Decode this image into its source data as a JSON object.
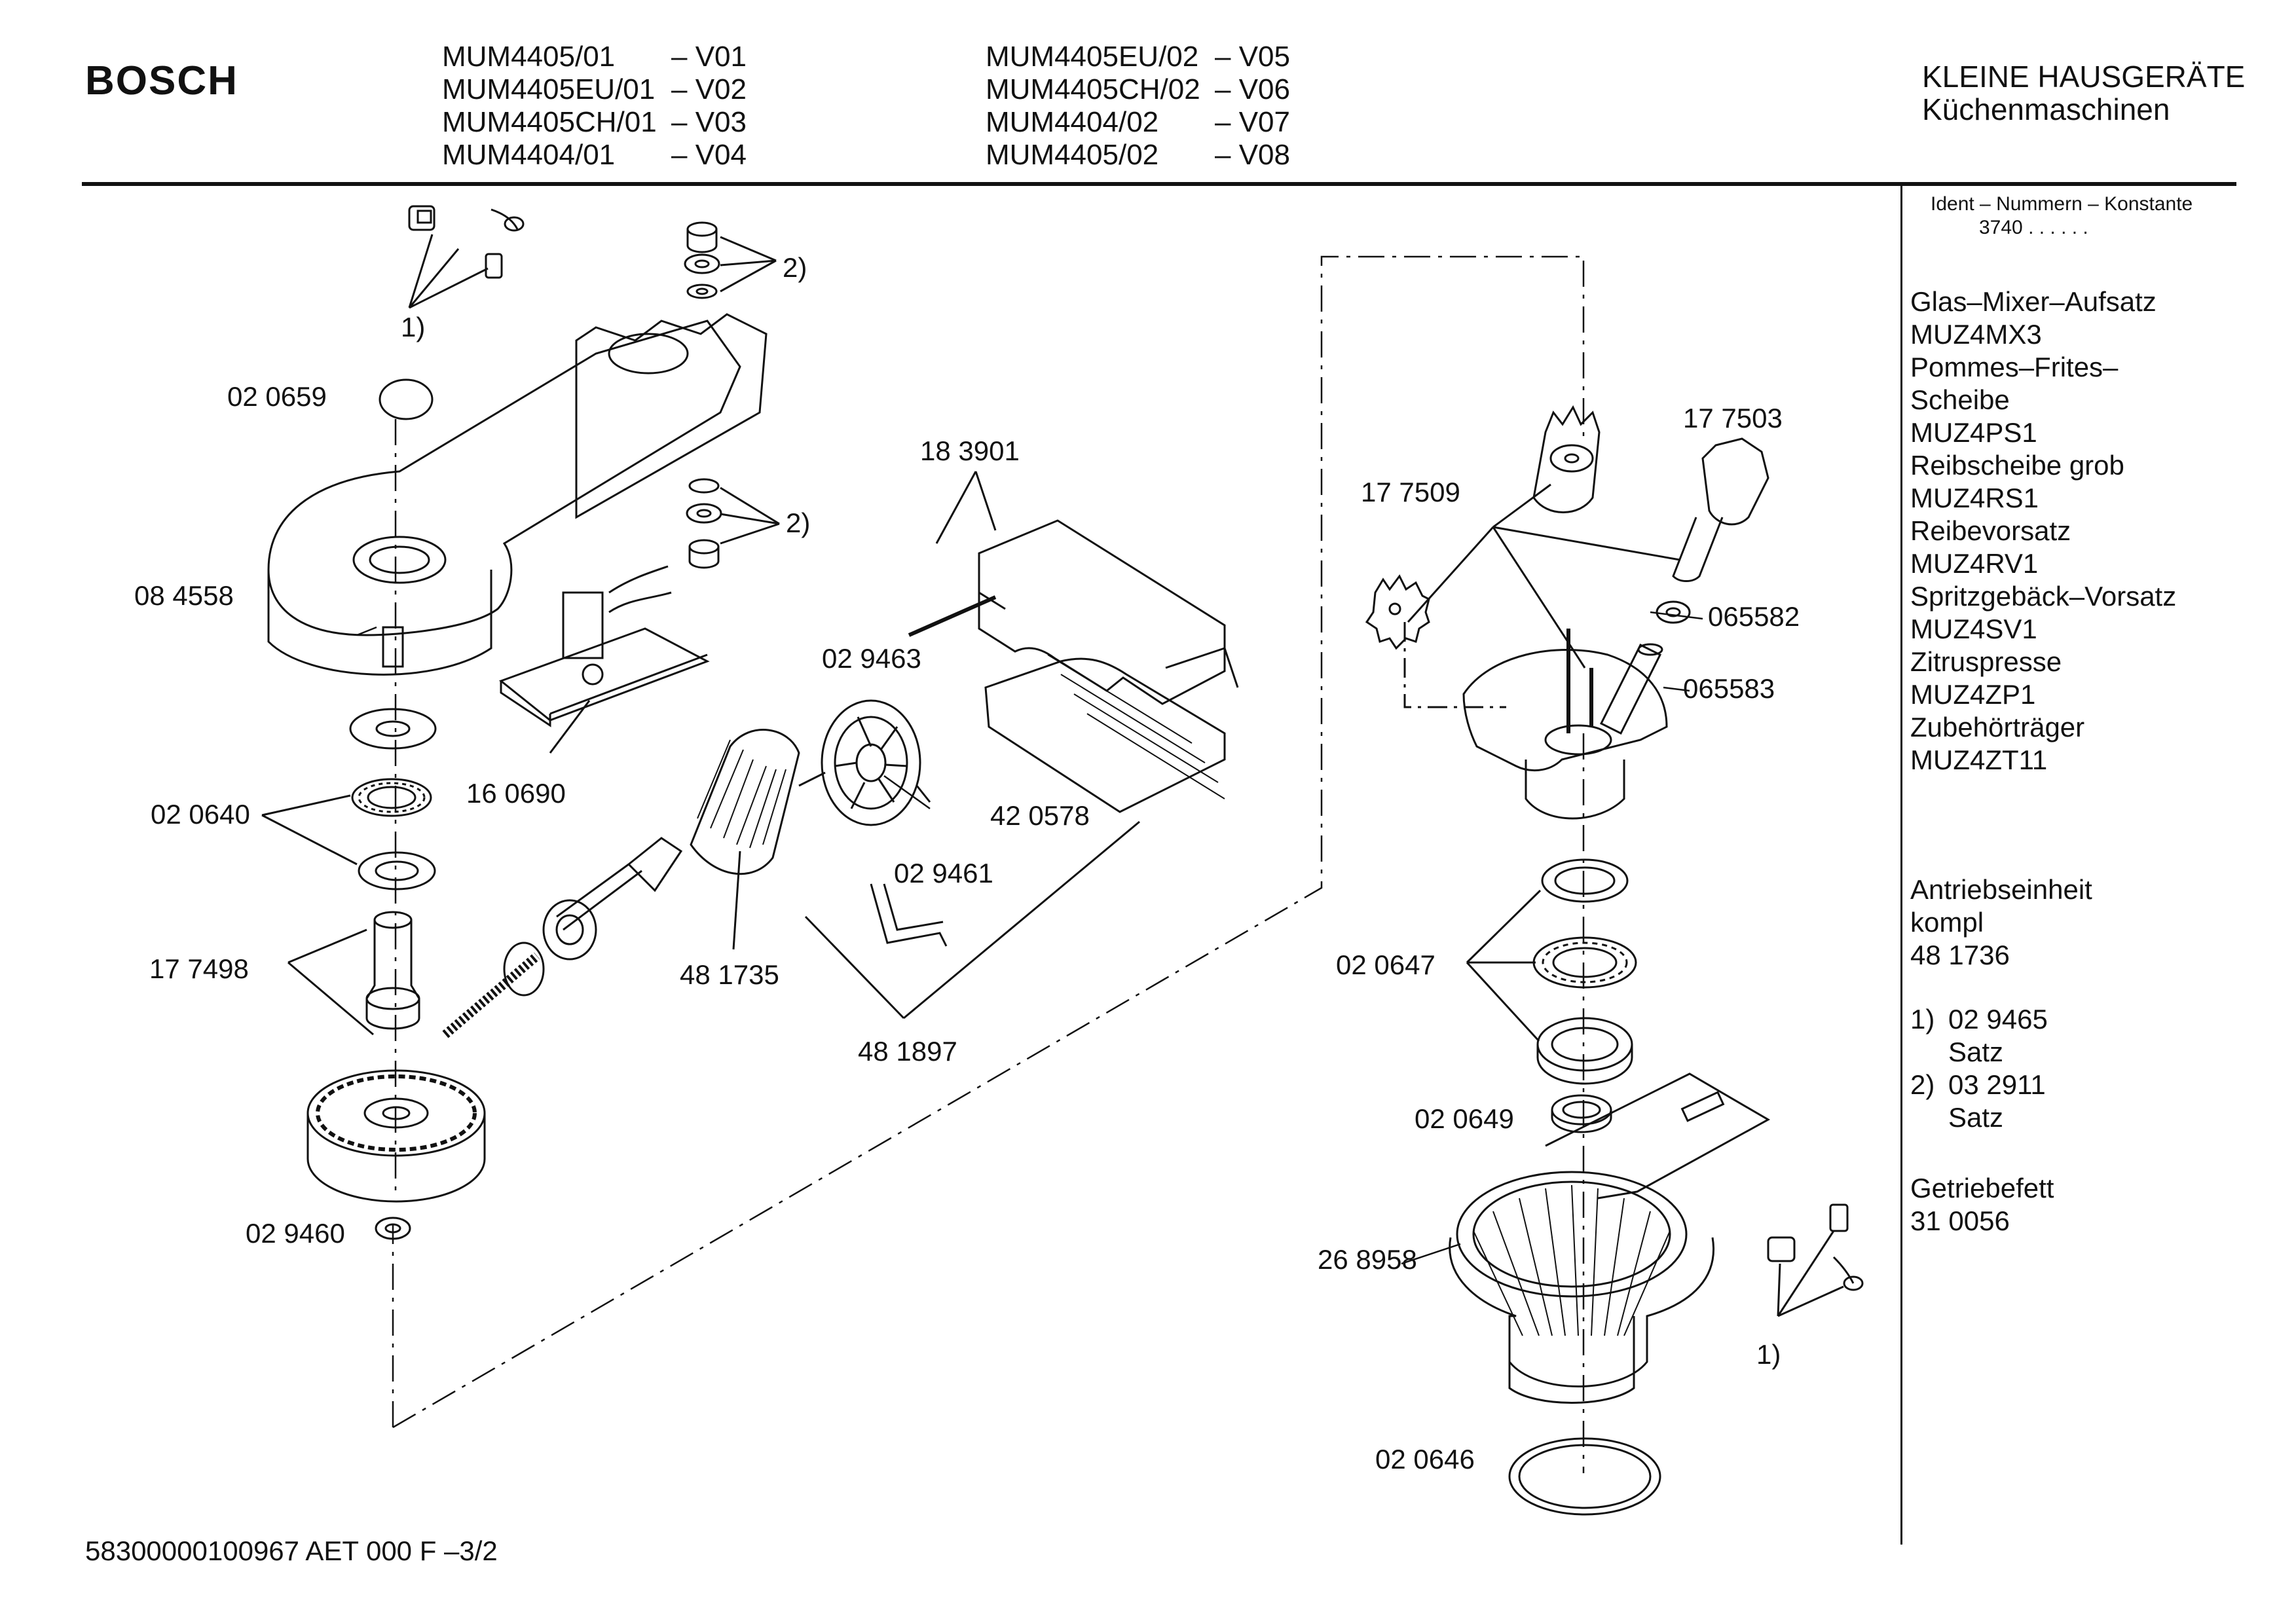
{
  "header": {
    "brand": "BOSCH",
    "models_col1": [
      {
        "model": "MUM4405/01",
        "variant": "– V01"
      },
      {
        "model": "MUM4405EU/01",
        "variant": "– V02"
      },
      {
        "model": "MUM4405CH/01",
        "variant": "– V03"
      },
      {
        "model": "MUM4404/01",
        "variant": "– V04"
      }
    ],
    "models_col2": [
      {
        "model": "MUM4405EU/02",
        "variant": "– V05"
      },
      {
        "model": "MUM4405CH/02",
        "variant": "– V06"
      },
      {
        "model": "MUM4404/02",
        "variant": "– V07"
      },
      {
        "model": "MUM4405/02",
        "variant": "– V08"
      }
    ],
    "category": "KLEINE HAUSGERÄTE",
    "subcategory": "Küchenmaschinen"
  },
  "sidebar": {
    "ident_label": "Ident – Nummern – Konstante",
    "ident_value": "3740  .  .  .  .  .  .",
    "accessories": [
      "Glas–Mixer–Aufsatz",
      "MUZ4MX3",
      "Pommes–Frites–",
      "Scheibe",
      "MUZ4PS1",
      "Reibscheibe grob",
      "MUZ4RS1",
      "Reibevorsatz",
      "MUZ4RV1",
      "Spritzgebäck–Vorsatz",
      "MUZ4SV1",
      "Zitruspresse",
      "MUZ4ZP1",
      "Zubehörträger",
      "MUZ4ZT11"
    ],
    "drive_unit": [
      "Antriebseinheit",
      "kompl",
      "48 1736"
    ],
    "notes": [
      {
        "num": "1)",
        "part": "02 9465",
        "sub": "Satz"
      },
      {
        "num": "2)",
        "part": "03 2911",
        "sub": "Satz"
      }
    ],
    "grease": [
      "Getriebefett",
      "31 0056"
    ]
  },
  "parts": {
    "p1": "02 0659",
    "p2": "08 4558",
    "p3": "02 0640",
    "p4": "17 7498",
    "p5": "02 9460",
    "p6": "16 0690",
    "p7": "18 3901",
    "p8": "02 9463",
    "p9": "42 0578",
    "p10": "02 9461",
    "p11": "48 1735",
    "p12": "48 1897",
    "p13": "17 7509",
    "p14": "17 7503",
    "p15": "065582",
    "p16": "065583",
    "p17": "02 0647",
    "p18": "02 0649",
    "p19": "26 8958",
    "p20": "02 0646",
    "note1_a": "1)",
    "note1_b": "1)",
    "note2_a": "2)",
    "note2_b": "2)"
  },
  "footer": "58300000100967 AET 000 F  –3/2"
}
